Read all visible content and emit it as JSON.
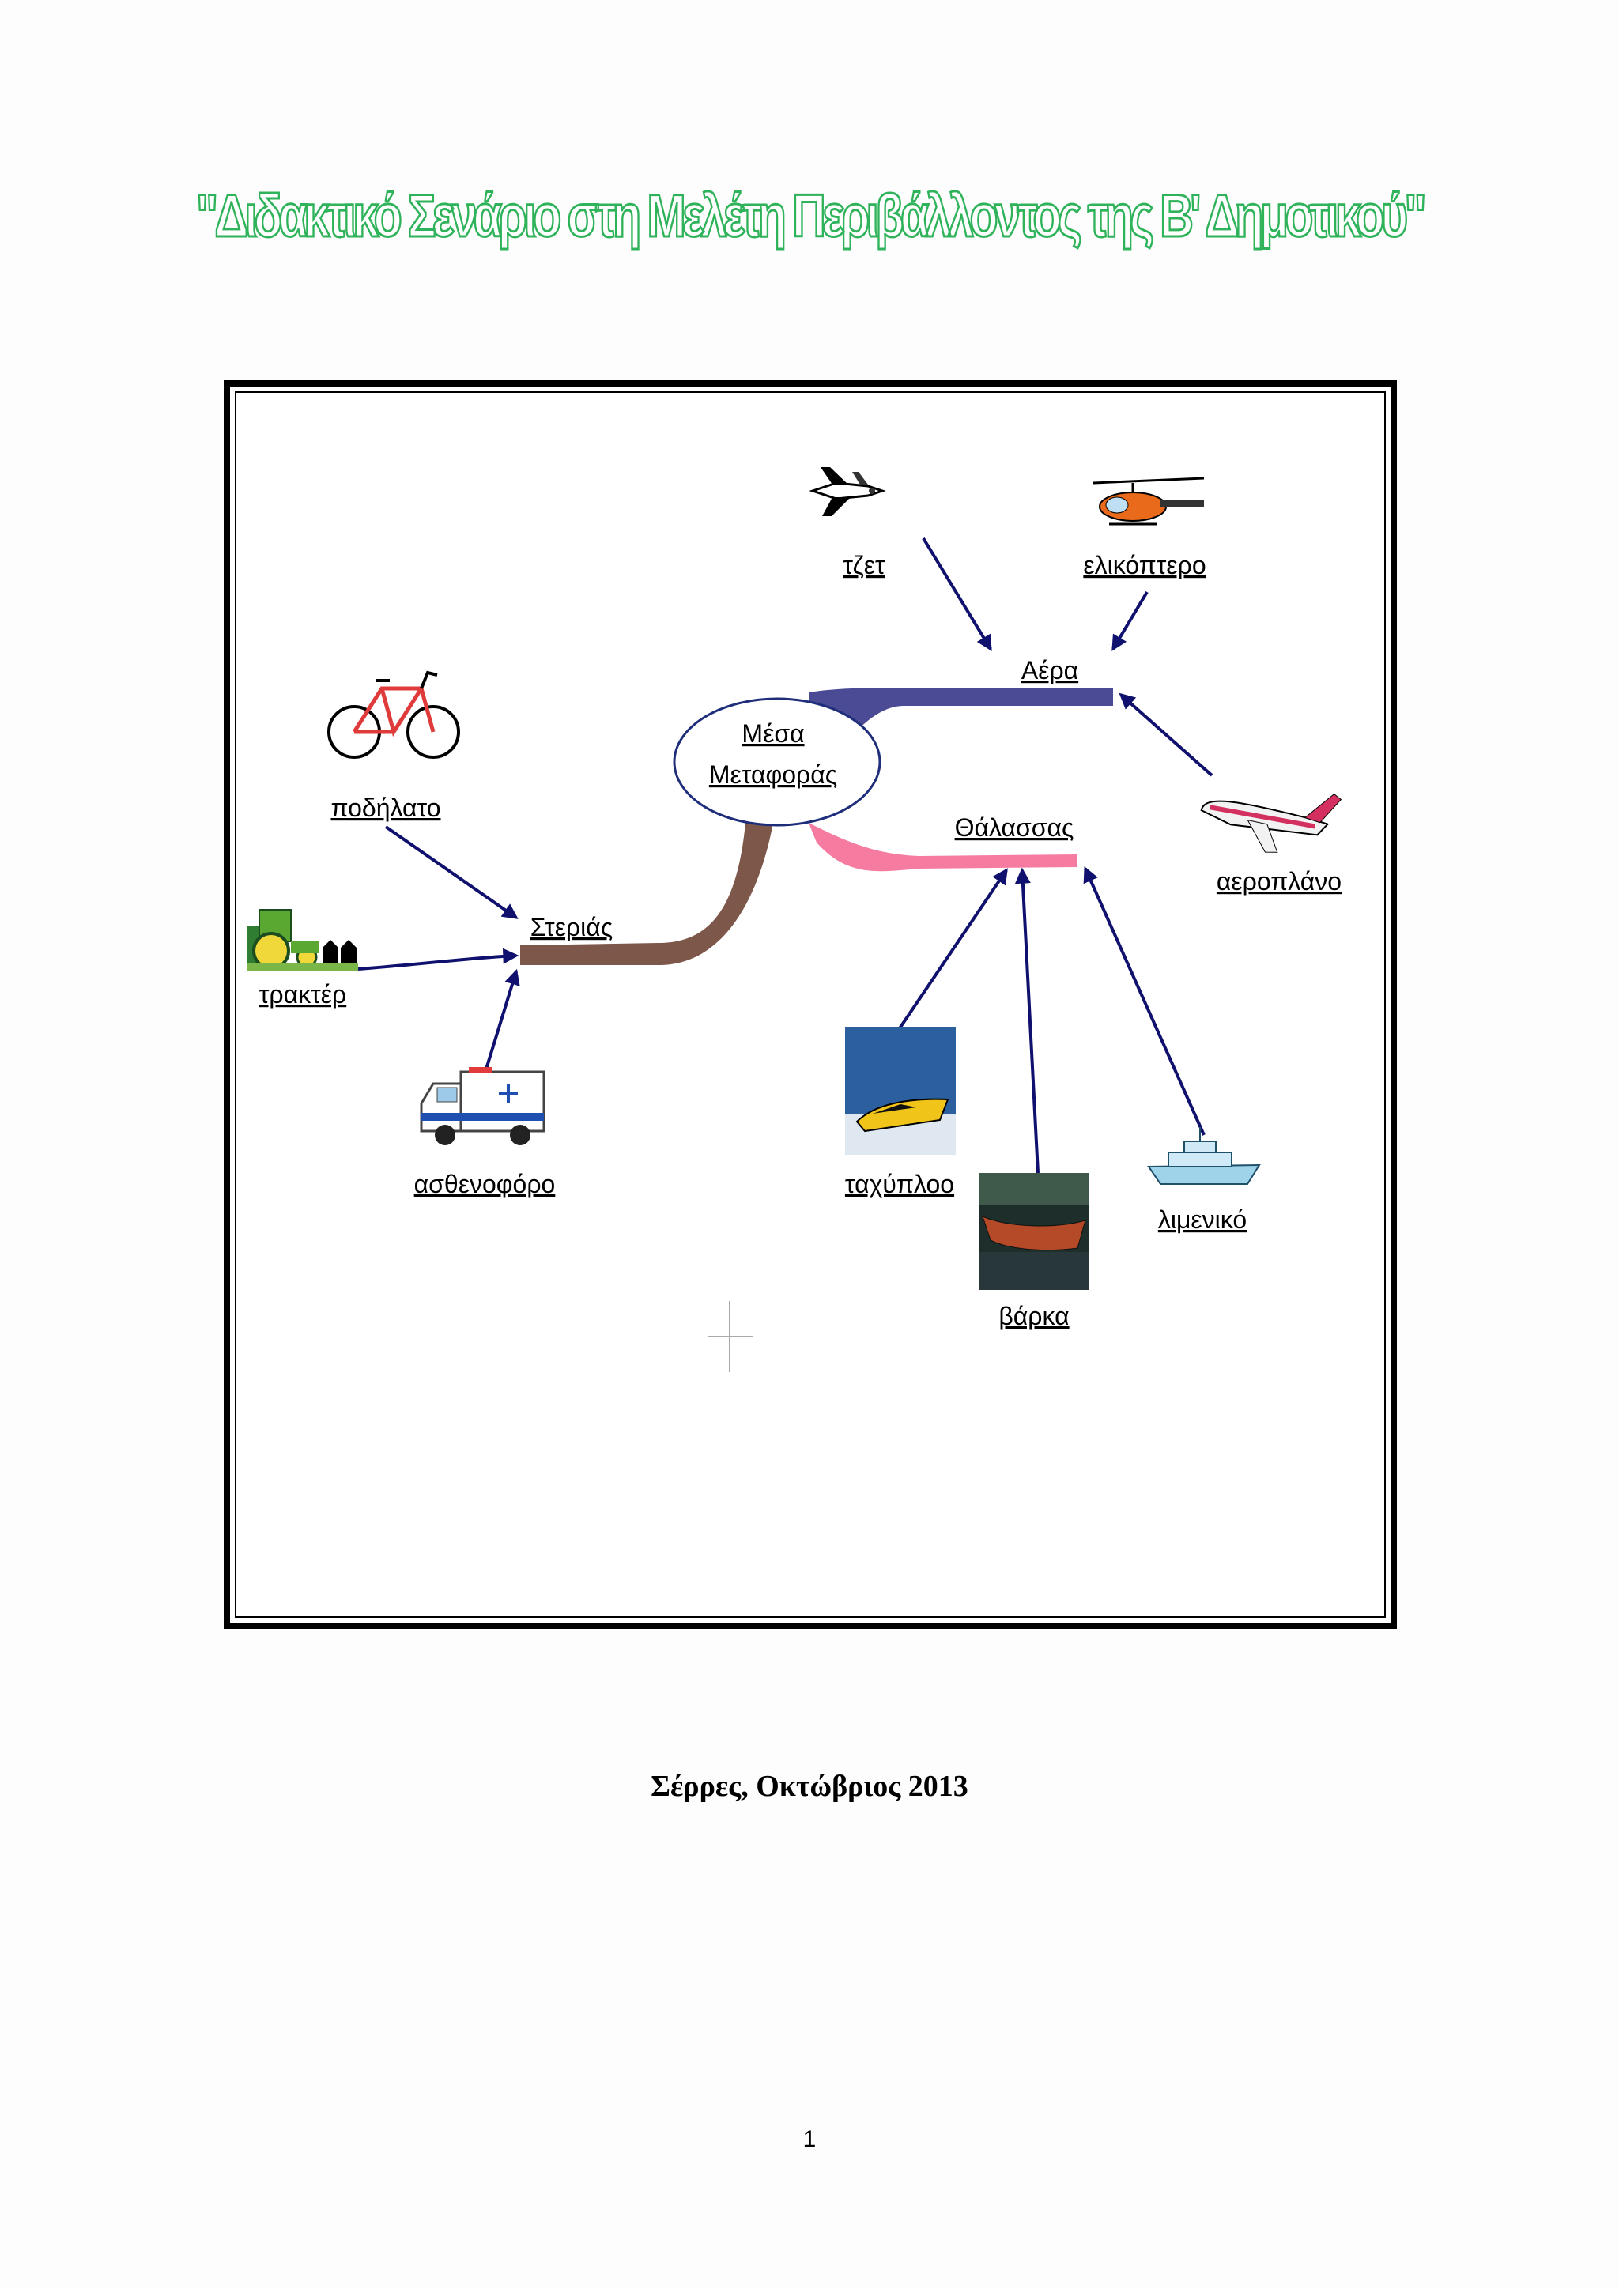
{
  "title": "\"Διδακτικό Σενάριο στη Μελέτη Περιβάλλοντος της Β' Δημοτικού\"",
  "mindmap": {
    "center": {
      "line1": "Μέσα",
      "line2": "Μεταφοράς"
    },
    "branches": {
      "air": "Αέρα",
      "sea": "Θάλασσας",
      "land": "Στεριάς"
    },
    "items": {
      "jet": "τζετ",
      "helicopter": "ελικόπτερο",
      "airplane": "αεροπλάνο",
      "speedboat": "ταχύπλοο",
      "rowboat": "βάρκα",
      "harbor_boat": "λιμενικό",
      "bicycle": "ποδήλατο",
      "tractor": "τρακτέρ",
      "ambulance": "ασθενοφόρο"
    },
    "colors": {
      "air": "#4b4a94",
      "sea": "#f57ca0",
      "land": "#7d574a",
      "arrows": "#10106e"
    }
  },
  "footer": "Σέρρες, Οκτώβριος 2013",
  "page_number": "1"
}
